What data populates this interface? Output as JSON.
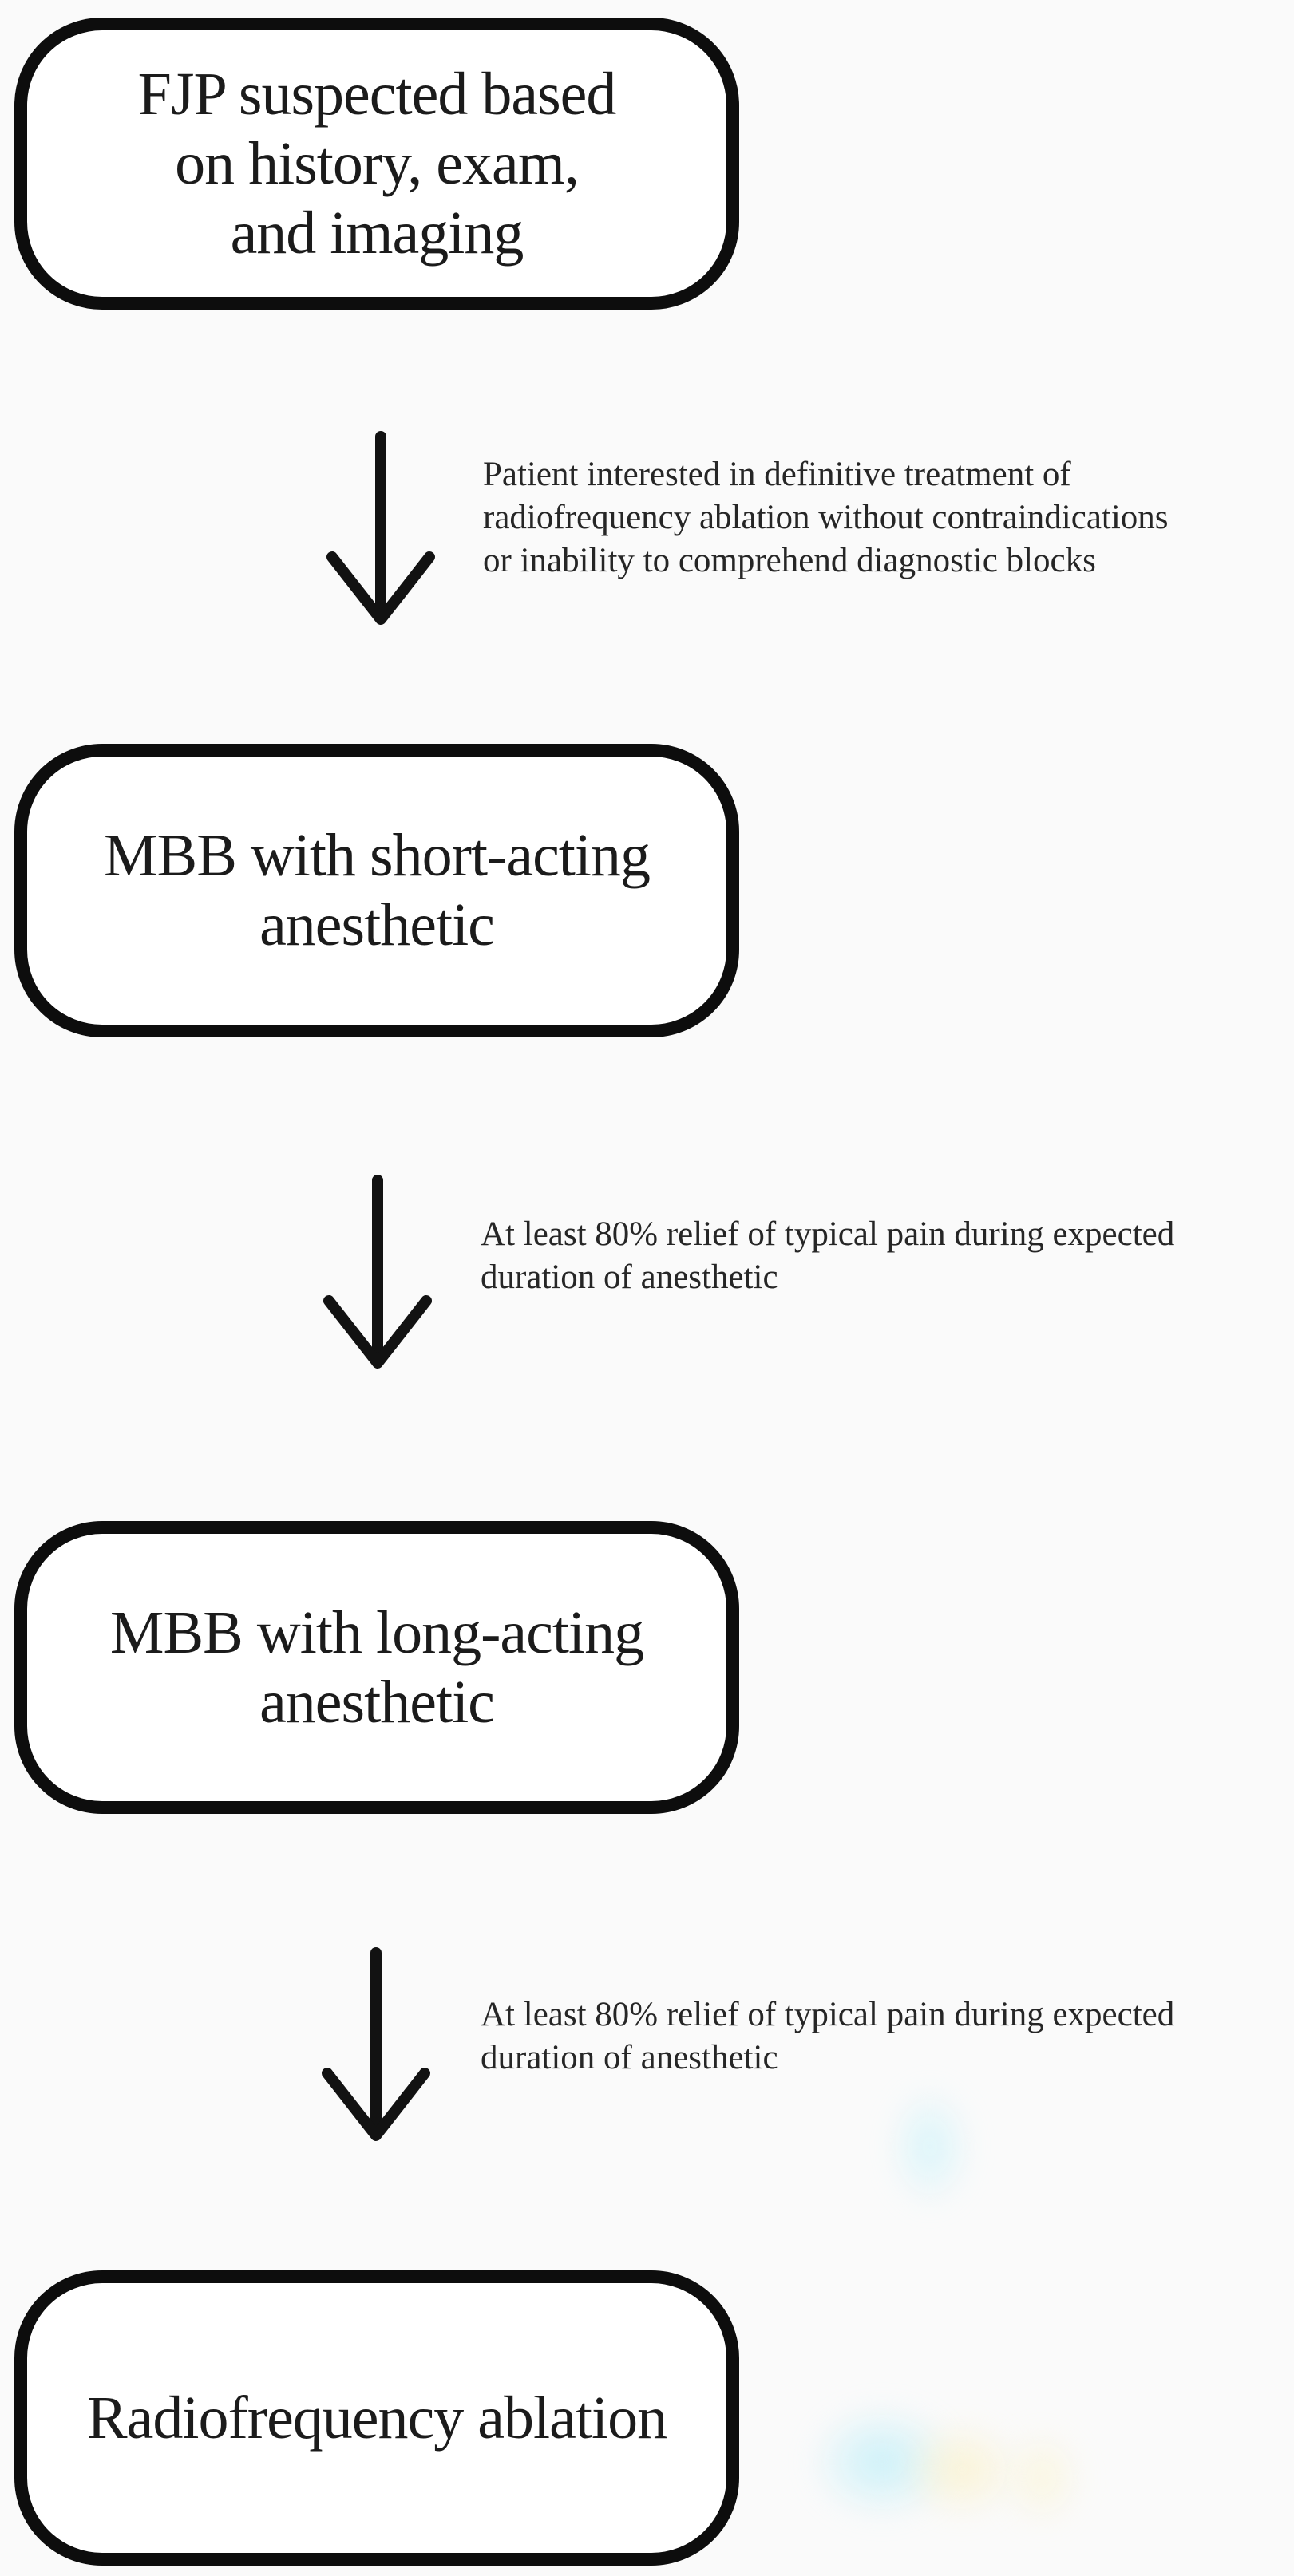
{
  "flowchart": {
    "nodes": [
      {
        "id": "node-1",
        "label": "FJP suspected based\non history, exam,\nand imaging"
      },
      {
        "id": "node-2",
        "label": "MBB with short-acting\nanesthetic"
      },
      {
        "id": "node-3",
        "label": "MBB with long-acting\nanesthetic"
      },
      {
        "id": "node-4",
        "label": "Radiofrequency ablation"
      }
    ],
    "edges": [
      {
        "id": "edge-1",
        "from": "node-1",
        "to": "node-2",
        "annotation": "Patient interested in definitive treatment of\nradiofrequency ablation without contraindications\nor inability to comprehend diagnostic blocks"
      },
      {
        "id": "edge-2",
        "from": "node-2",
        "to": "node-3",
        "annotation": "At least 80% relief of typical pain during expected\nduration of anesthetic"
      },
      {
        "id": "edge-3",
        "from": "node-3",
        "to": "node-4",
        "annotation": "At least 80% relief of typical pain during expected\nduration of anesthetic"
      }
    ],
    "colors": {
      "node_border": "#0d0d0d",
      "node_fill": "#ffffff",
      "node_text": "#1b1b1b",
      "annotation_text": "#262626",
      "arrow": "#121212",
      "page_bg": "#fafafa",
      "smudge_cyan": "#cdeffa",
      "smudge_yellow": "#faf0c3"
    }
  }
}
